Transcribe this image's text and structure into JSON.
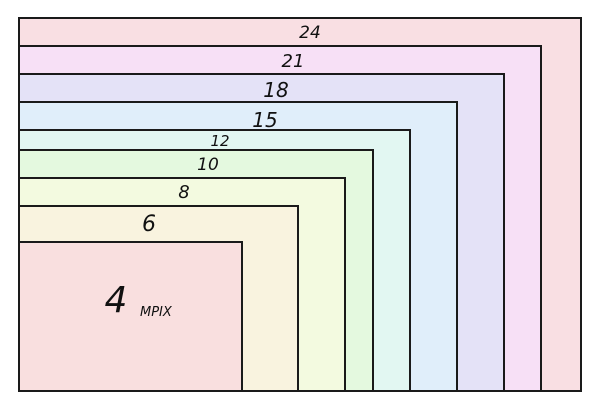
{
  "diagram": {
    "rectangles": [
      {
        "label": "24",
        "color": "#f9dfe3"
      },
      {
        "label": "21",
        "color": "#f7e0f6"
      },
      {
        "label": "18",
        "color": "#e4e2f7"
      },
      {
        "label": "15",
        "color": "#e0eefa"
      },
      {
        "label": "12",
        "color": "#e2f7f2"
      },
      {
        "label": "10",
        "color": "#e4f9df"
      },
      {
        "label": "8",
        "color": "#f3fae0"
      },
      {
        "label": "6",
        "color": "#f9f3df"
      },
      {
        "label": "4",
        "color": "#f9dfdf"
      }
    ],
    "unit_label": "MPIX",
    "stroke_color": "#1a1a1a"
  }
}
